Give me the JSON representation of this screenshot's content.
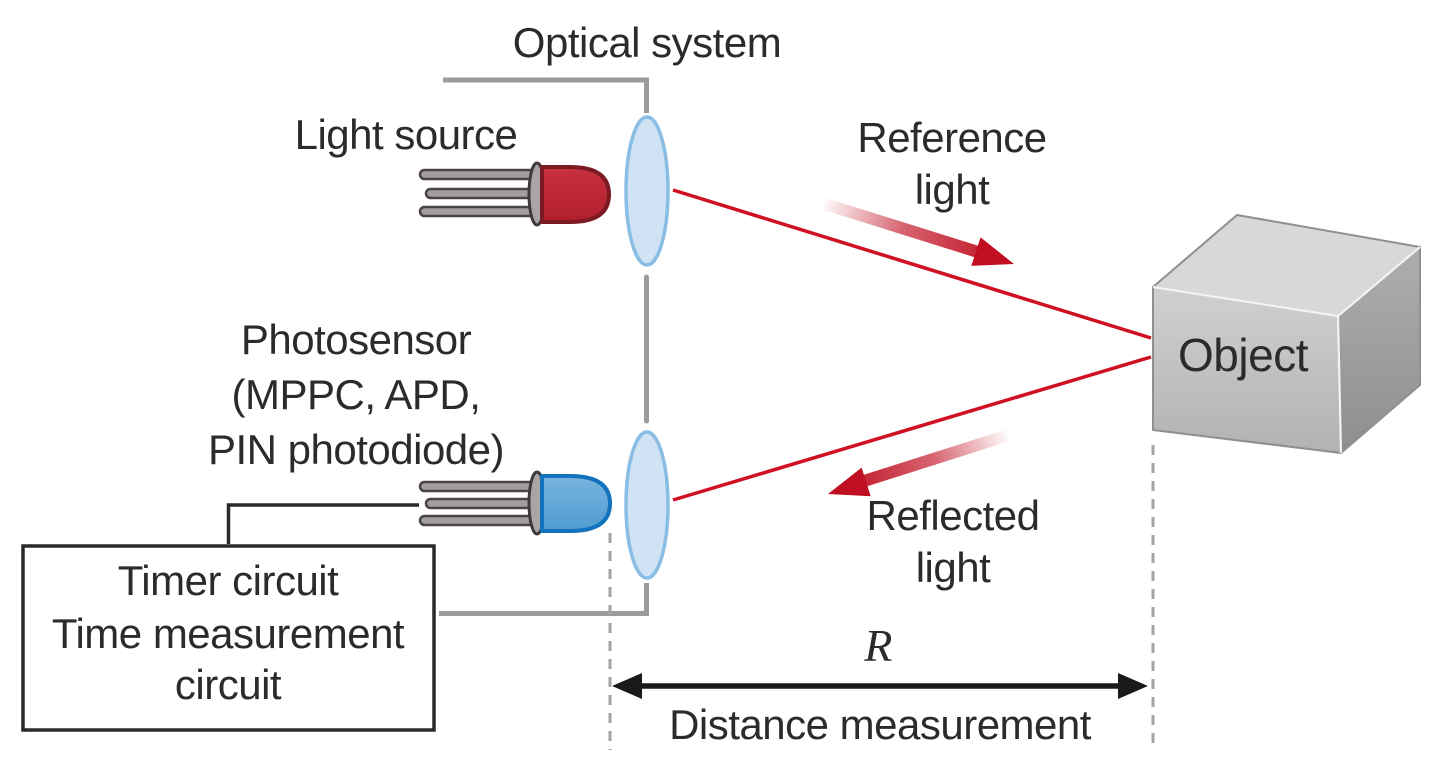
{
  "diagram": {
    "type": "schematic",
    "subject": "Time-of-flight optical distance measurement",
    "labels": {
      "optical_system": "Optical system",
      "light_source": "Light source",
      "photosensor": "Photosensor\n(MPPC, APD,\nPIN photodiode)",
      "reference_light": "Reference\nlight",
      "reflected_light": "Reflected\nlight",
      "object": "Object",
      "timer_circuit": "Timer circuit",
      "time_measurement_circuit": "Time measurement\ncircuit",
      "distance_symbol": "R",
      "distance_measurement": "Distance measurement"
    },
    "colors": {
      "background": "#ffffff",
      "text": "#2b2b2b",
      "ray_red": "#d01023",
      "arrow_red": "#c00f22",
      "led_red_fill": "#bf2433",
      "led_red_outline": "#7b1a22",
      "led_blue_fill": "#5ca4d6",
      "led_blue_outline": "#1272bd",
      "lens_fill": "#cfe3f4",
      "lens_outline": "#8abde3",
      "bracket_gray": "#9b9b9d",
      "dashed_gray": "#a3a3a3",
      "wire_black": "#2a2a2a",
      "cube_top": "#d8d8da",
      "cube_front": "#c4c4c6",
      "cube_right": "#a2a2a4"
    },
    "icons": [
      "red-led-icon",
      "blue-led-icon",
      "transmit-lens-icon",
      "receive-lens-icon",
      "object-cube-icon",
      "reference-arrow-icon",
      "reflected-arrow-icon",
      "distance-arrow-icon"
    ]
  }
}
